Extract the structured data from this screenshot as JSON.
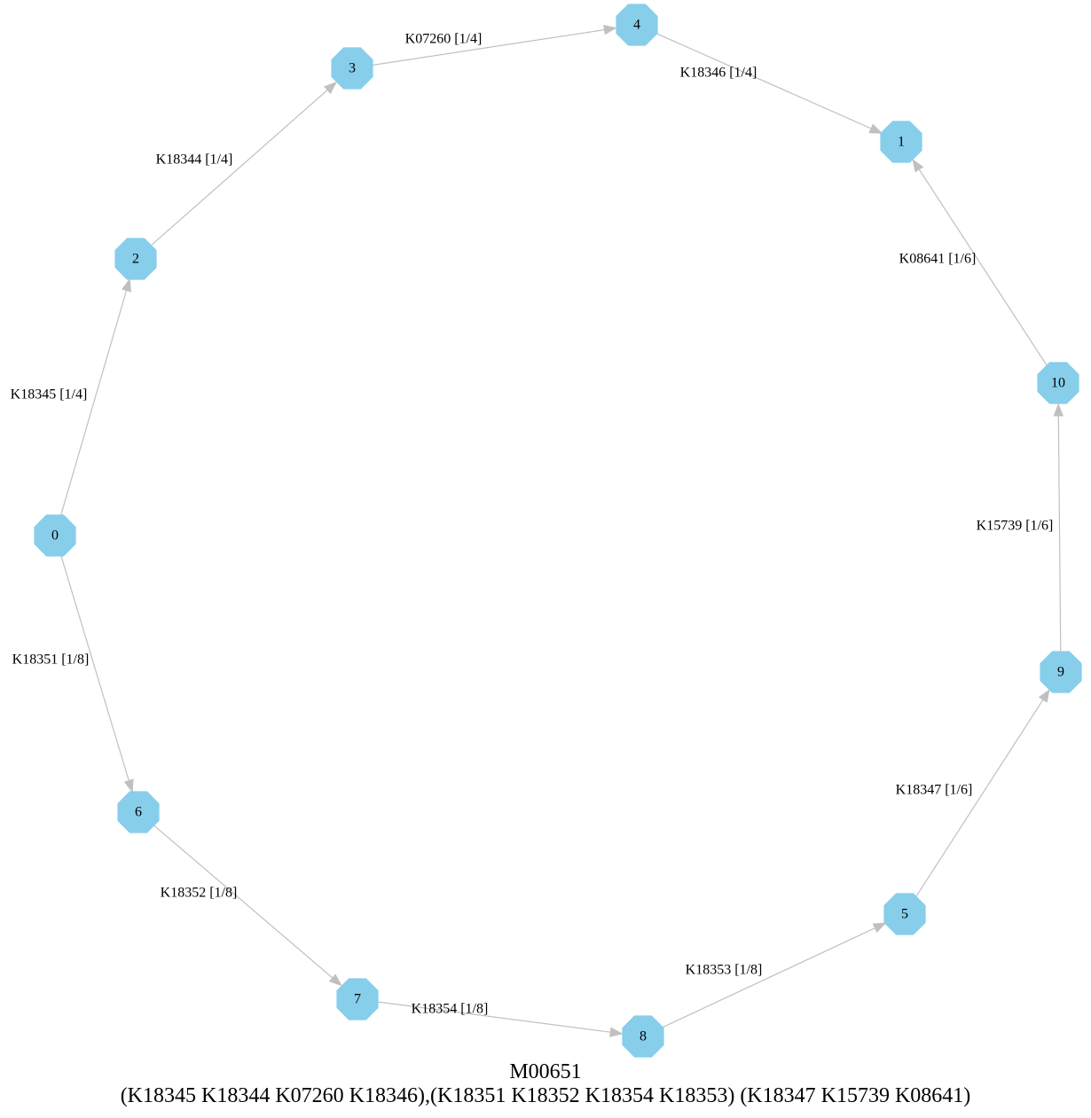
{
  "diagram": {
    "title": "M00651",
    "formula": "(K18345 K18344 K07260 K18346),(K18351 K18352 K18354 K18353) (K18347 K15739 K08641)",
    "colors": {
      "node": "#87CEEB",
      "edge": "#c0c0c0"
    },
    "nodes": [
      {
        "id": "0",
        "label": "0"
      },
      {
        "id": "1",
        "label": "1"
      },
      {
        "id": "2",
        "label": "2"
      },
      {
        "id": "3",
        "label": "3"
      },
      {
        "id": "4",
        "label": "4"
      },
      {
        "id": "5",
        "label": "5"
      },
      {
        "id": "6",
        "label": "6"
      },
      {
        "id": "7",
        "label": "7"
      },
      {
        "id": "8",
        "label": "8"
      },
      {
        "id": "9",
        "label": "9"
      },
      {
        "id": "10",
        "label": "10"
      }
    ],
    "edges": [
      {
        "from": "0",
        "to": "2",
        "label": "K18345 [1/4]"
      },
      {
        "from": "2",
        "to": "3",
        "label": "K18344 [1/4]"
      },
      {
        "from": "3",
        "to": "4",
        "label": "K07260 [1/4]"
      },
      {
        "from": "4",
        "to": "1",
        "label": "K18346 [1/4]"
      },
      {
        "from": "0",
        "to": "6",
        "label": "K18351 [1/8]"
      },
      {
        "from": "6",
        "to": "7",
        "label": "K18352 [1/8]"
      },
      {
        "from": "7",
        "to": "8",
        "label": "K18354 [1/8]"
      },
      {
        "from": "8",
        "to": "5",
        "label": "K18353 [1/8]"
      },
      {
        "from": "5",
        "to": "9",
        "label": "K18347 [1/6]"
      },
      {
        "from": "9",
        "to": "10",
        "label": "K15739 [1/6]"
      },
      {
        "from": "10",
        "to": "1",
        "label": "K08641 [1/6]"
      }
    ]
  }
}
